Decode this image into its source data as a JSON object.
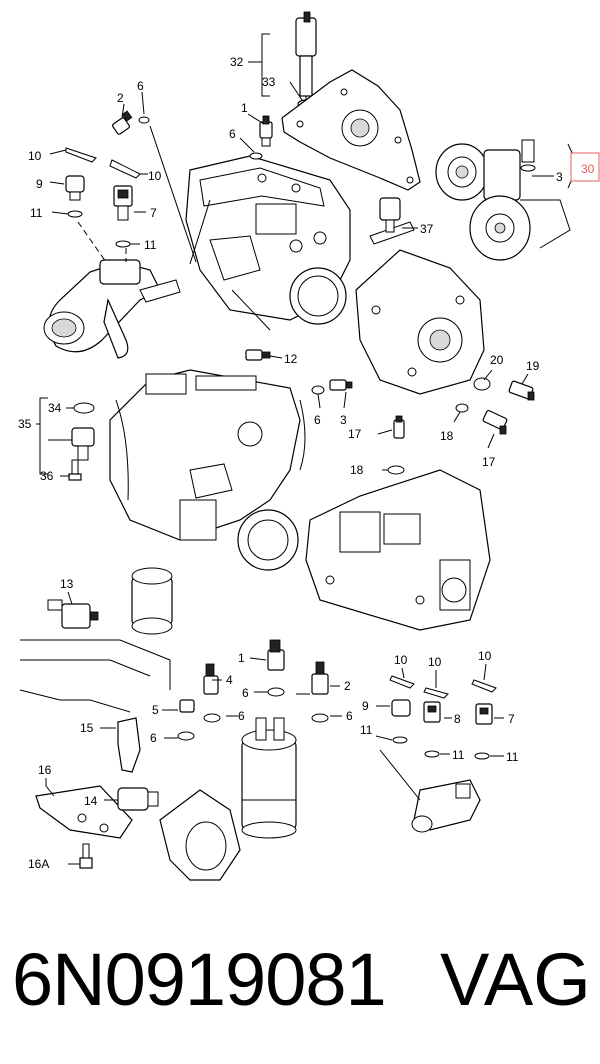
{
  "diagram": {
    "callouts": [
      "32",
      "33",
      "6",
      "2",
      "1",
      "6",
      "10",
      "10",
      "9",
      "7",
      "11",
      "11",
      "37",
      "3",
      "30",
      "12",
      "34",
      "35",
      "36",
      "6",
      "3",
      "20",
      "19",
      "17",
      "18",
      "18",
      "17",
      "13",
      "1",
      "4",
      "2",
      "5",
      "6",
      "6",
      "6",
      "6",
      "10",
      "10",
      "10",
      "9",
      "8",
      "7",
      "11",
      "11",
      "11",
      "15",
      "16",
      "14",
      "16A"
    ],
    "highlight_color": "#e06060"
  },
  "footer": {
    "part_number": "6N0919081",
    "brand": "VAG"
  }
}
